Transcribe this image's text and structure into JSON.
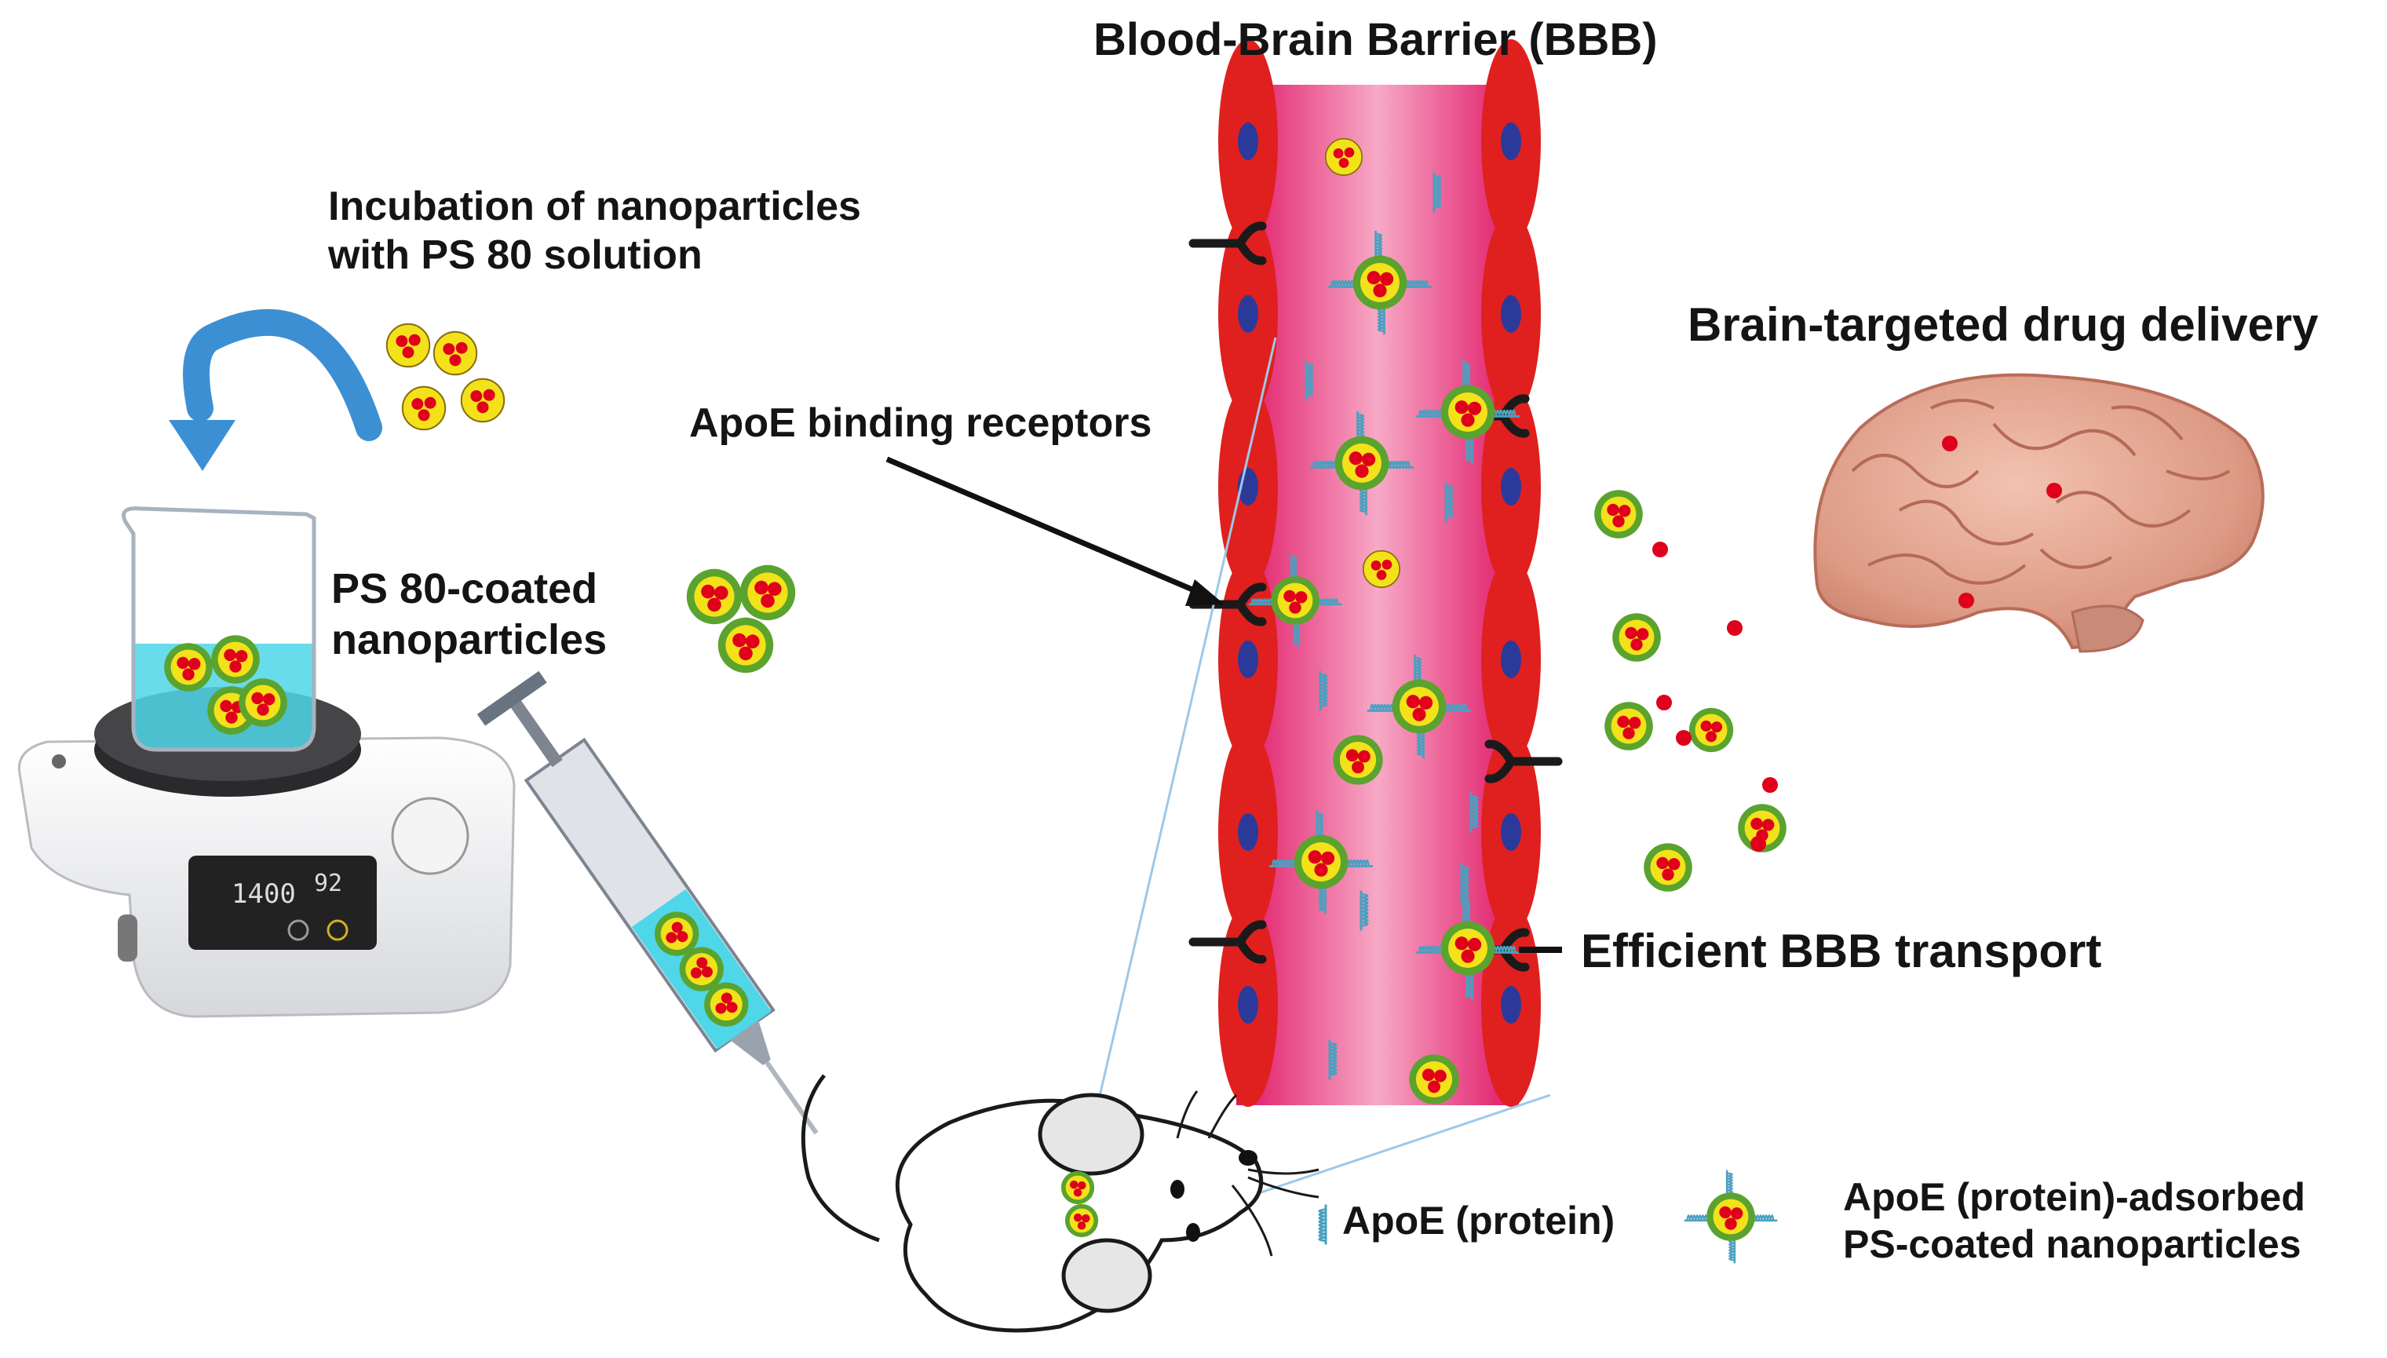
{
  "title": "Blood-Brain Barrier (BBB)",
  "labels": {
    "incubation": [
      "Incubation of nanoparticles",
      "with PS 80 solution"
    ],
    "coated": [
      "PS 80-coated",
      "nanoparticles"
    ],
    "receptors": "ApoE binding receptors",
    "delivery": "Brain-targeted drug delivery",
    "transport": "Efficient BBB transport",
    "apoe_protein": "ApoE (protein)",
    "adsorbed": [
      "ApoE (protein)-adsorbed",
      "PS-coated nanoparticles"
    ]
  },
  "stirrer_display": [
    "1400",
    "92"
  ],
  "colors": {
    "vessel": "#e51e6e",
    "endothelial": "#e0201e",
    "nucleus": "#2b3a9a",
    "coating": "#5aa32e",
    "core": "#f3e21a",
    "drug": "#e0001b",
    "protein": "#4aa0c0",
    "solution": "#4fd6e8",
    "arrow": "#3d8fd4"
  },
  "icons": [
    "curved-arrow-icon",
    "beaker-icon",
    "magnetic-stirrer-icon",
    "syringe-icon",
    "mouse-icon",
    "brain-icon",
    "receptor-icon",
    "nanoparticle-icon",
    "apoe-protein-icon"
  ]
}
